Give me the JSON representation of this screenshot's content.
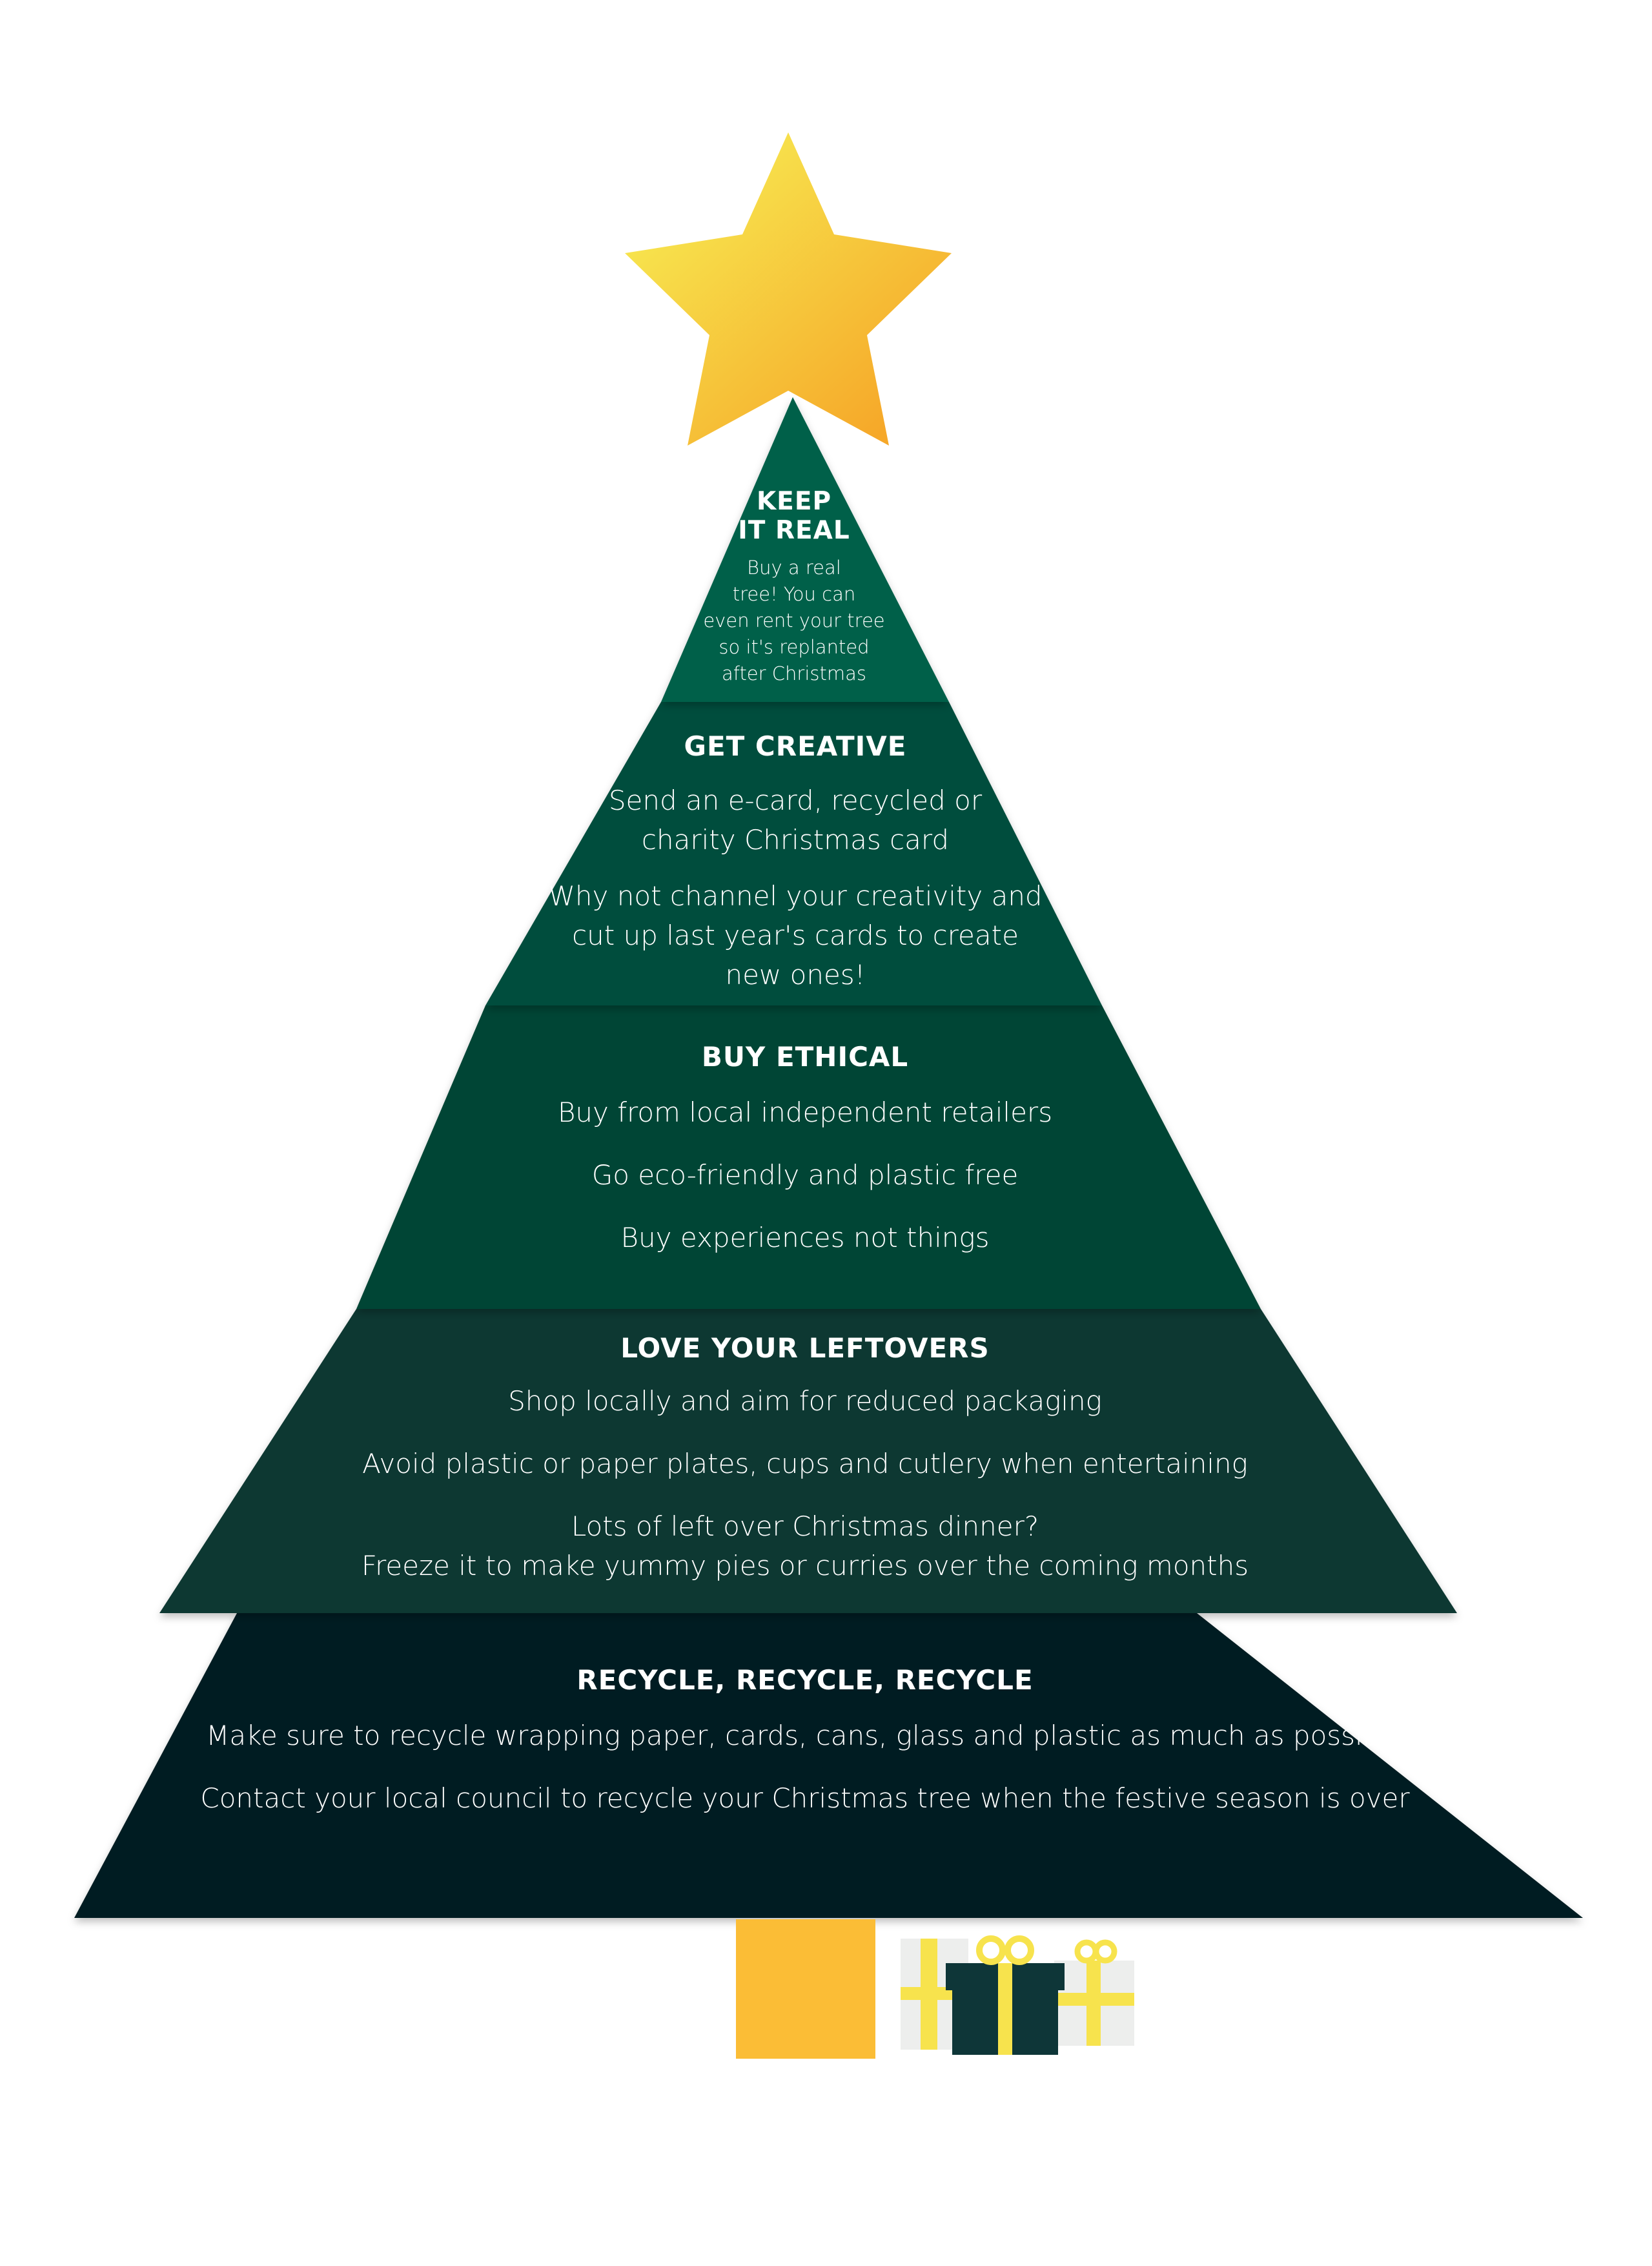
{
  "colors": {
    "star_start": "#F7E34D",
    "star_end": "#F6A829",
    "tier1": "#00604A",
    "tier2": "#004E3C",
    "tier3": "#034534",
    "tier4": "#0C3830",
    "tier5": "#061E21",
    "trunk": "#FBBD36",
    "gift_dark": "#0E3638",
    "gift_yellow": "#F7E34D",
    "gift_light": "#EDEEED"
  },
  "tiers": [
    {
      "heading": "KEEP\nIT REAL",
      "lines": [
        "Buy a real\ntree! You can\neven rent your tree\nso it's replanted\nafter Christmas"
      ]
    },
    {
      "heading": "GET CREATIVE",
      "lines": [
        "Send an e-card, recycled or\ncharity Christmas card",
        "Why not channel your creativity and\ncut up last year's cards to create\nnew ones!"
      ]
    },
    {
      "heading": "BUY ETHICAL",
      "lines": [
        "Buy from local independent retailers",
        "Go eco-friendly and plastic free",
        "Buy experiences not things"
      ]
    },
    {
      "heading": "LOVE YOUR LEFTOVERS",
      "lines": [
        "Shop locally and aim for reduced packaging",
        "Avoid plastic or paper plates, cups and cutlery when entertaining",
        "Lots of left over Christmas dinner?\nFreeze it to make yummy pies or curries over the coming months"
      ]
    },
    {
      "heading": "RECYCLE, RECYCLE, RECYCLE",
      "lines": [
        "Make sure to recycle wrapping paper, cards, cans, glass and plastic as much as possible",
        "Contact your local council to recycle your Christmas tree when the festive season is over"
      ]
    }
  ],
  "icons": {
    "star": "star-icon",
    "trunk": "tree-trunk-icon",
    "gifts": "gift-box-icon"
  }
}
